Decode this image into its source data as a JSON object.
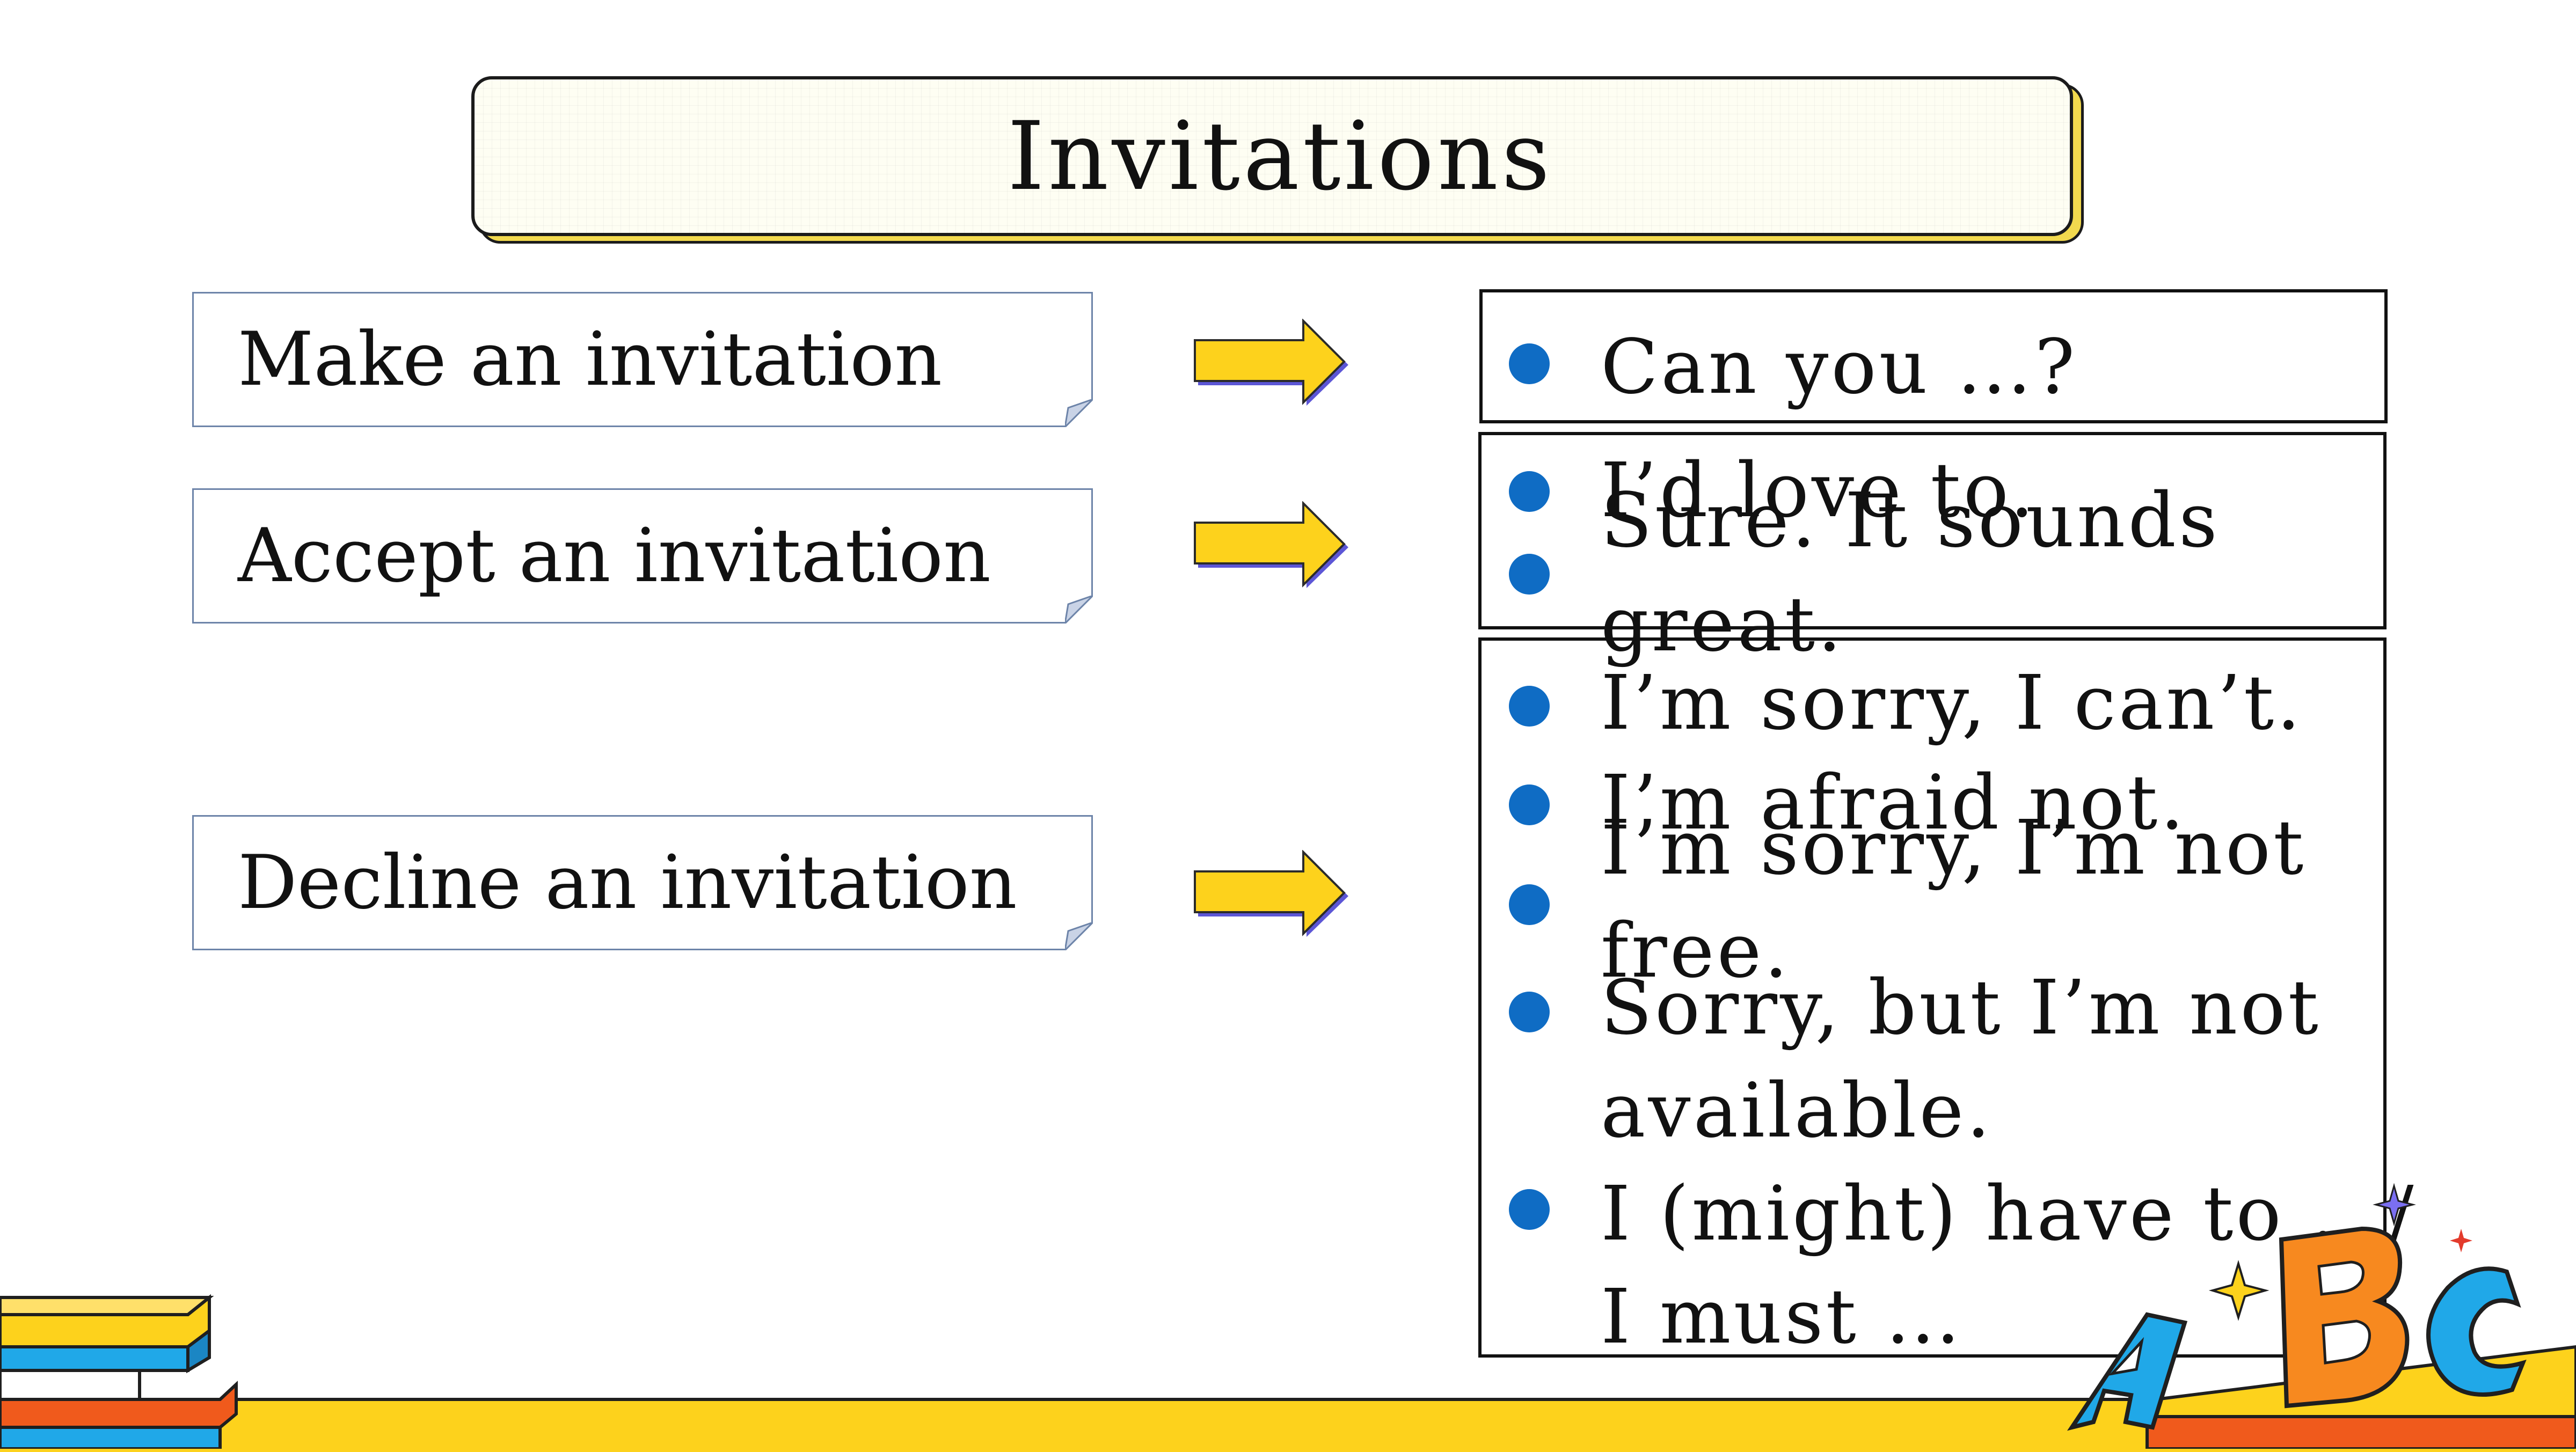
{
  "title": "Invitations",
  "categories": [
    {
      "label": "Make an invitation"
    },
    {
      "label": "Accept an invitation"
    },
    {
      "label": "Decline an invitation"
    }
  ],
  "make_phrases": [
    "Can you …?"
  ],
  "accept_phrases": [
    "I’d love to.",
    "Sure. It sounds",
    "great."
  ],
  "decline_phrases": [
    "I’m sorry, I can’t.",
    "I’m afraid not.",
    "I’m sorry, I’m not",
    "free.",
    "Sorry, but I’m not",
    "available.",
    "I (might) have to …/",
    "I must …"
  ],
  "colors": {
    "bullet": "#0f6cc4",
    "arrow_fill": "#fdd21c",
    "arrow_shadow": "#5c56d6",
    "banner_shadow": "#f2d94e",
    "floor": "#fdd21c"
  },
  "icons": [
    "right-arrow-icon",
    "bullet-dot-icon",
    "books-stack-icon",
    "abc-letters-icon",
    "sparkle-icon"
  ]
}
